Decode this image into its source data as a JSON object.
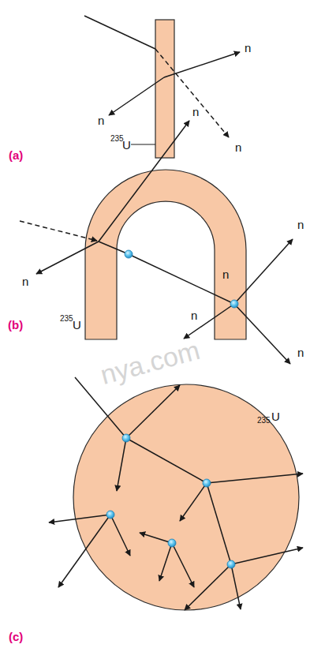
{
  "diagram": {
    "labels": [
      "n",
      "n",
      "n",
      "235",
      "U",
      "(a)",
      "n",
      "n",
      "n",
      "n",
      "n",
      "n",
      "235",
      "U",
      "(b)",
      "235",
      "U",
      "(c)",
      "nya.com"
    ]
  }
}
